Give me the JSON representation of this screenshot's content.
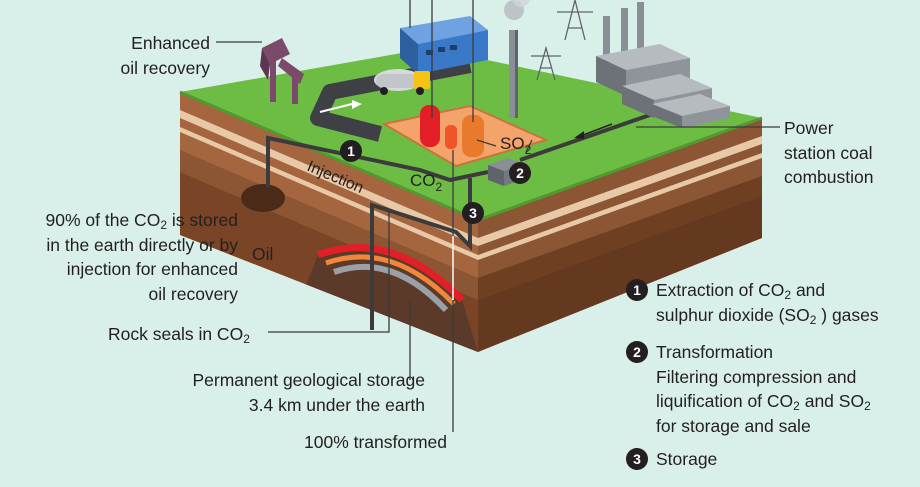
{
  "labels": {
    "enhanced_line1": "Enhanced",
    "enhanced_line2": "oil recovery",
    "power_line1": "Power",
    "power_line2": "station coal",
    "power_line3": "combustion",
    "stored_line1_pre": "90% of the CO",
    "stored_line1_sub": "2",
    "stored_line1_post": " is stored",
    "stored_line2": "in the earth directly or by",
    "stored_line3": "injection for enhanced",
    "stored_line4": "oil recovery",
    "oil": "Oil",
    "rock_pre": "Rock seals in CO",
    "rock_sub": "2",
    "permanent_line1": "Permanent geological storage",
    "permanent_line2": "3.4 km under the earth",
    "transformed": "100% transformed",
    "injection": "Injection",
    "co2_main": "CO",
    "co2_sub": "2",
    "so2_main": "SO",
    "so2_sub": "2"
  },
  "markers": [
    "1",
    "2",
    "3"
  ],
  "legend": {
    "item1_num": "1",
    "item1_line1_pre": "Extraction of CO",
    "item1_line1_sub": "2",
    "item1_line1_post": " and",
    "item1_line2_pre": "sulphur dioxide (SO",
    "item1_line2_sub": "2",
    "item1_line2_post": " ) gases",
    "item2_num": "2",
    "item2_line1": "Transformation",
    "item2_line2": "Filtering compression and",
    "item2_line3_pre": "liquification of CO",
    "item3_sub_a": "2",
    "item2_line3_mid": " and SO",
    "item3_sub_b": "2",
    "item2_line4": "for storage and sale",
    "item3_num": "3",
    "item3_line1": "Storage"
  },
  "colors": {
    "background": "#d9efe9",
    "grass": "#6dbd45",
    "soil": "#a5653e",
    "soil_dark": "#7a4527",
    "sand_stripe": "#e7c9a8",
    "concrete_pad": "#f4a46b",
    "tank_red": "#e21f26",
    "tank_orange": "#e97a2c",
    "pipe": "#3b3b3b",
    "building_blue": "#3a78c8"
  }
}
